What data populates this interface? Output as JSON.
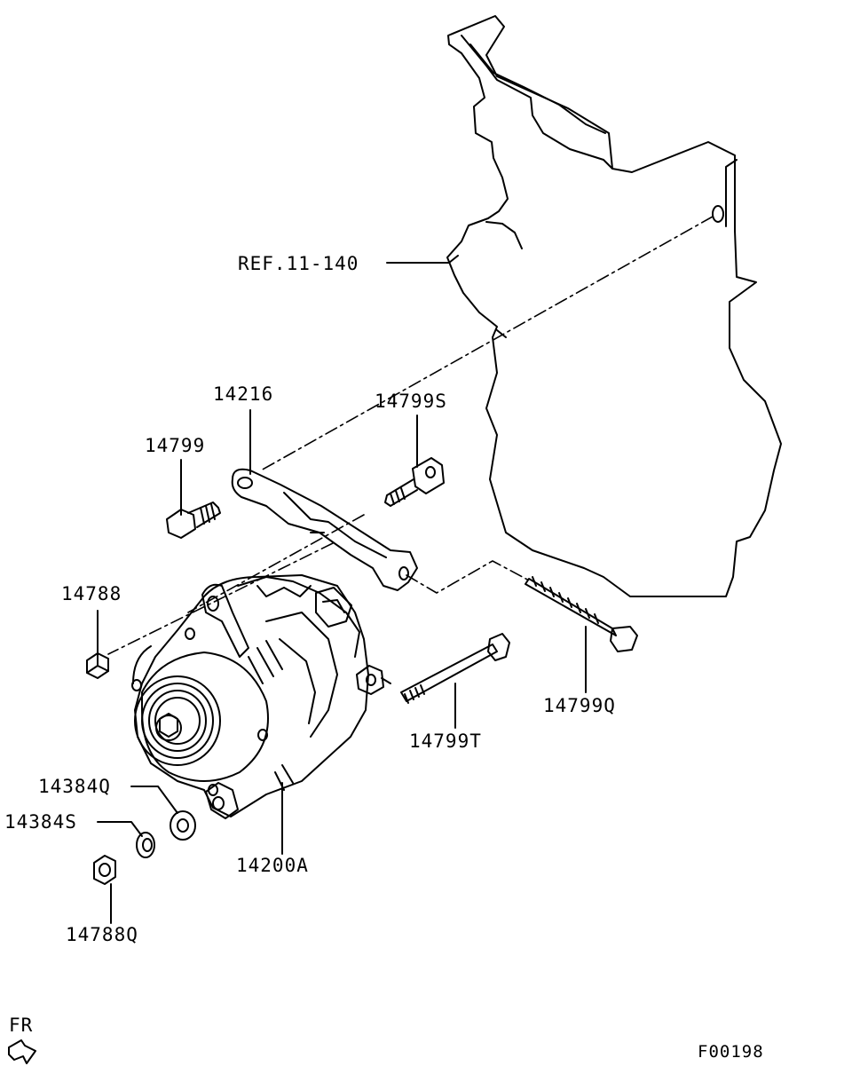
{
  "diagram": {
    "labels": {
      "ref": "REF.11-140",
      "p14216": "14216",
      "p14799S": "14799S",
      "p14799": "14799",
      "p14788": "14788",
      "p14799Q": "14799Q",
      "p14799T": "14799T",
      "p14384Q": "14384Q",
      "p14384S": "14384S",
      "p14200A": "14200A",
      "p14788Q": "14788Q"
    },
    "direction": "FR",
    "figure_code": "F00198"
  }
}
